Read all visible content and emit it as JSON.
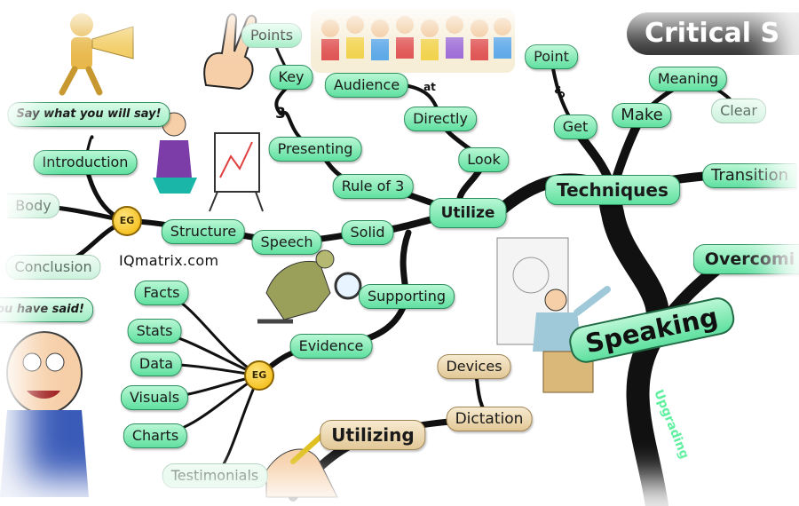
{
  "title": "Critical S",
  "brand": "IQmatrix.com",
  "center": "Speaking",
  "eg_marker": "EG",
  "upgrading": "Upgrading",
  "connectors": {
    "at": "at",
    "to": "to",
    "three": "3"
  },
  "nodes": {
    "say_what": "Say what you will say!",
    "introduction": "Introduction",
    "body": "Body",
    "conclusion": "Conclusion",
    "you_have_said": "ou have said!",
    "structure": "Structure",
    "speech": "Speech",
    "solid": "Solid",
    "utilize": "Utilize",
    "rule_of_3": "Rule of 3",
    "presenting": "Presenting",
    "key": "Key",
    "points": "Points",
    "audience": "Audience",
    "directly": "Directly",
    "look": "Look",
    "techniques": "Techniques",
    "get": "Get",
    "point": "Point",
    "make": "Make",
    "meaning": "Meaning",
    "clear": "Clear",
    "transitions": "Transition",
    "overcoming": "Overcomi",
    "supporting": "Supporting",
    "evidence": "Evidence",
    "facts": "Facts",
    "stats": "Stats",
    "data": "Data",
    "visuals": "Visuals",
    "charts": "Charts",
    "testimonials": "Testimonials",
    "devices": "Devices",
    "dictation": "Dictation",
    "utilizing": "Utilizing"
  },
  "colors": {
    "node_fill": "#5fe0a0",
    "node_border": "#2e8f5e",
    "branch": "#111111",
    "title_bg": "#2f2f2f",
    "eg_fill": "#f2b400",
    "tan_fill": "#e2c896"
  }
}
